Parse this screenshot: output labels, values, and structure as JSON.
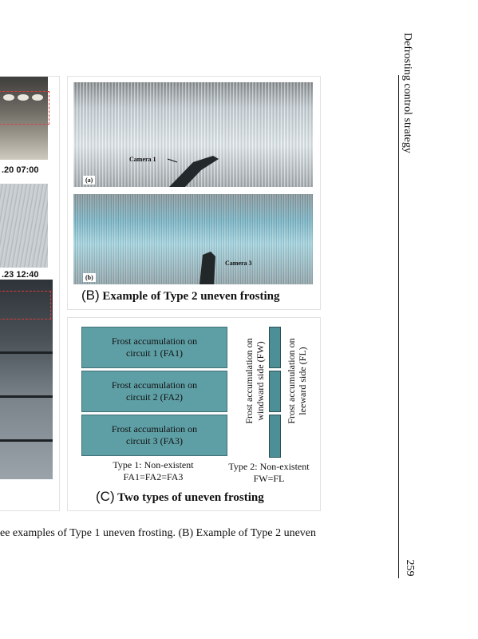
{
  "panel_a": {
    "time_label_1": ".20 07:00",
    "time_label_2": ".23 12:40"
  },
  "panel_b": {
    "sub_a": "(a)",
    "sub_b": "(b)",
    "camera_1": "Camera 1",
    "camera_3": "Camera 3",
    "caption_letter": "(B)",
    "caption_text": "Example of Type 2 uneven frosting"
  },
  "panel_c": {
    "fa1_line1": "Frost accumulation on",
    "fa1_line2": "circuit 1 (FA1)",
    "fa2_line1": "Frost accumulation on",
    "fa2_line2": "circuit 2 (FA2)",
    "fa3_line1": "Frost accumulation on",
    "fa3_line2": "circuit 3 (FA3)",
    "fw_line1": "Frost accumulation on",
    "fw_line2": "windward side (FW)",
    "fl_line1": "Frost accumulation on",
    "fl_line2": "leeward side (FL)",
    "type1_line1": "Type 1: Non-existent",
    "type1_line2": "FA1=FA2=FA3",
    "type2_line1": "Type 2: Non-existent",
    "type2_line2": "FW=FL",
    "caption_letter": "(C)",
    "caption_text": "Two types of uneven frosting"
  },
  "figure_caption": "ee examples of Type 1 uneven frosting. (B) Example of Type 2 uneven",
  "running_header": "Defrosting control strategy",
  "page_number": "259",
  "colors": {
    "frost_box": "#5e9fa6",
    "dashed_highlight": "#e03a3a"
  }
}
